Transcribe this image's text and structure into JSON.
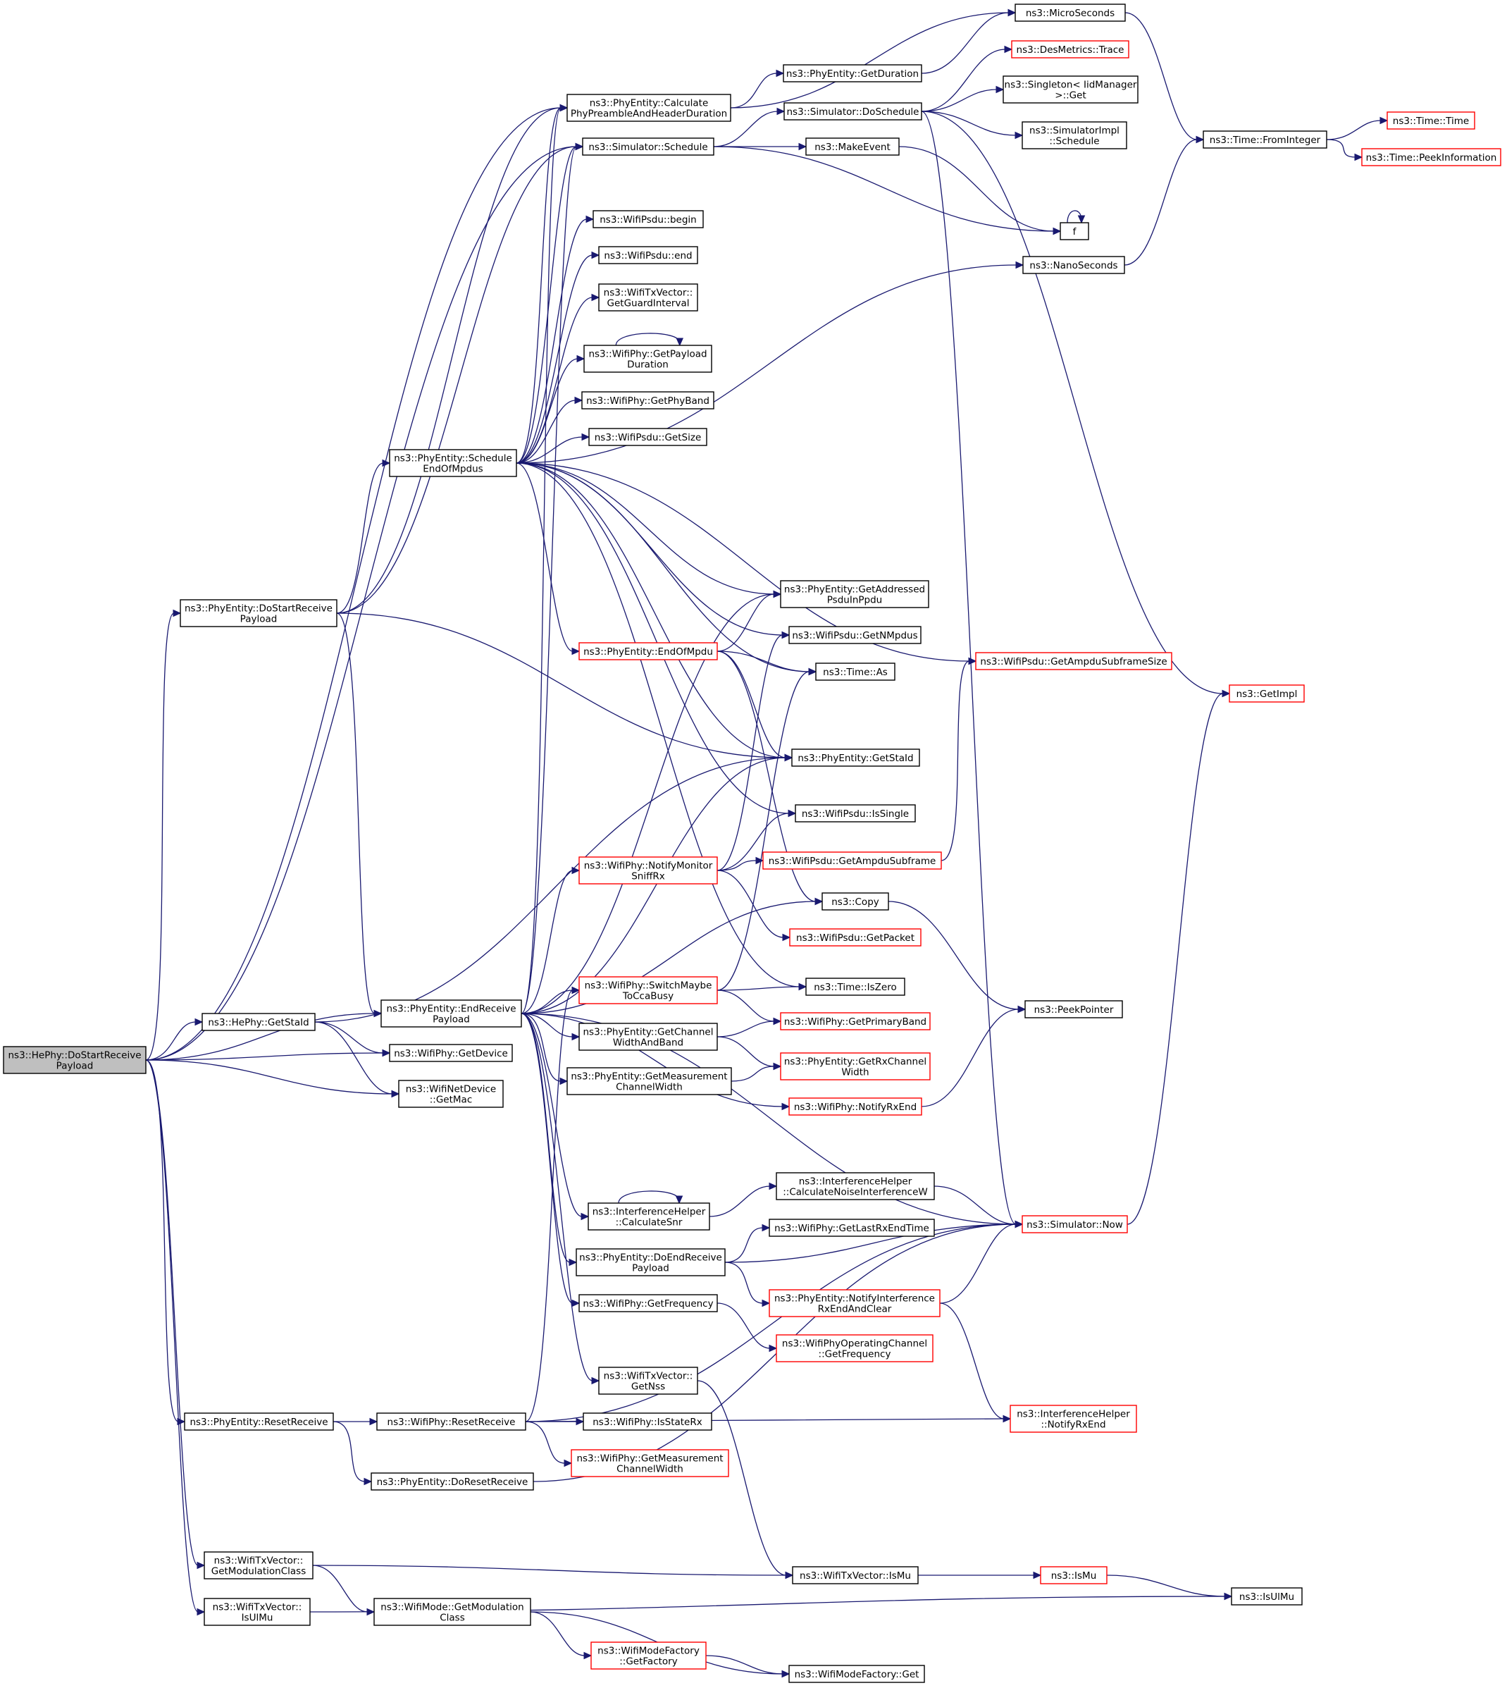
{
  "nodes": [
    {
      "id": "hephy_dostart",
      "lines": [
        "ns3::HePhy::DoStartReceive",
        "Payload"
      ],
      "style": "root"
    },
    {
      "id": "pe_dostart",
      "lines": [
        "ns3::PhyEntity::DoStartReceive",
        "Payload"
      ],
      "style": "normal"
    },
    {
      "id": "hephy_getstaid",
      "lines": [
        "ns3::HePhy::GetStaId"
      ],
      "style": "normal"
    },
    {
      "id": "pe_endreceive",
      "lines": [
        "ns3::PhyEntity::EndReceive",
        "Payload"
      ],
      "style": "normal"
    },
    {
      "id": "pe_resetreceive",
      "lines": [
        "ns3::PhyEntity::ResetReceive"
      ],
      "style": "normal"
    },
    {
      "id": "txv_getmodclass",
      "lines": [
        "ns3::WifiTxVector::",
        "GetModulationClass"
      ],
      "style": "normal"
    },
    {
      "id": "txv_isulmu",
      "lines": [
        "ns3::WifiTxVector::",
        "IsUlMu"
      ],
      "style": "normal"
    },
    {
      "id": "pe_schedule_eom",
      "lines": [
        "ns3::PhyEntity::Schedule",
        "EndOfMpdus"
      ],
      "style": "normal"
    },
    {
      "id": "pe_calcpreamble",
      "lines": [
        "ns3::PhyEntity::Calculate",
        "PhyPreambleAndHeaderDuration"
      ],
      "style": "normal"
    },
    {
      "id": "sim_schedule",
      "lines": [
        "ns3::Simulator::Schedule"
      ],
      "style": "normal"
    },
    {
      "id": "psdu_begin",
      "lines": [
        "ns3::WifiPsdu::begin"
      ],
      "style": "normal"
    },
    {
      "id": "psdu_end",
      "lines": [
        "ns3::WifiPsdu::end"
      ],
      "style": "normal"
    },
    {
      "id": "txv_getgi",
      "lines": [
        "ns3::WifiTxVector::",
        "GetGuardInterval"
      ],
      "style": "normal"
    },
    {
      "id": "phy_getpayloaddur",
      "lines": [
        "ns3::WifiPhy::GetPayload",
        "Duration"
      ],
      "style": "normal"
    },
    {
      "id": "phy_getphyband",
      "lines": [
        "ns3::WifiPhy::GetPhyBand"
      ],
      "style": "normal"
    },
    {
      "id": "psdu_getsize",
      "lines": [
        "ns3::WifiPsdu::GetSize"
      ],
      "style": "normal"
    },
    {
      "id": "pe_getduration",
      "lines": [
        "ns3::PhyEntity::GetDuration"
      ],
      "style": "normal"
    },
    {
      "id": "sim_doschedule",
      "lines": [
        "ns3::Simulator::DoSchedule"
      ],
      "style": "normal"
    },
    {
      "id": "makeevent",
      "lines": [
        "ns3::MakeEvent"
      ],
      "style": "normal"
    },
    {
      "id": "microseconds",
      "lines": [
        "ns3::MicroSeconds"
      ],
      "style": "normal"
    },
    {
      "id": "desmetrics",
      "lines": [
        "ns3::DesMetrics::Trace"
      ],
      "style": "ext"
    },
    {
      "id": "singleton_get",
      "lines": [
        "ns3::Singleton< IidManager",
        ">::Get"
      ],
      "style": "normal"
    },
    {
      "id": "simimpl_schedule",
      "lines": [
        "ns3::SimulatorImpl",
        "::Schedule"
      ],
      "style": "normal"
    },
    {
      "id": "f",
      "lines": [
        "f"
      ],
      "style": "normal"
    },
    {
      "id": "nanoseconds",
      "lines": [
        "ns3::NanoSeconds"
      ],
      "style": "normal"
    },
    {
      "id": "time_frominteger",
      "lines": [
        "ns3::Time::FromInteger"
      ],
      "style": "normal"
    },
    {
      "id": "time_time",
      "lines": [
        "ns3::Time::Time"
      ],
      "style": "ext"
    },
    {
      "id": "time_peekinfo",
      "lines": [
        "ns3::Time::PeekInformation"
      ],
      "style": "ext"
    },
    {
      "id": "getimpl",
      "lines": [
        "ns3::GetImpl"
      ],
      "style": "ext"
    },
    {
      "id": "pe_getaddressed",
      "lines": [
        "ns3::PhyEntity::GetAddressed",
        "PsduInPpdu"
      ],
      "style": "normal"
    },
    {
      "id": "psdu_getnmpdus",
      "lines": [
        "ns3::WifiPsdu::GetNMpdus"
      ],
      "style": "normal"
    },
    {
      "id": "pe_endofmpdu",
      "lines": [
        "ns3::PhyEntity::EndOfMpdu"
      ],
      "style": "ext"
    },
    {
      "id": "psdu_getampdusubframesize",
      "lines": [
        "ns3::WifiPsdu::GetAmpduSubframeSize"
      ],
      "style": "ext"
    },
    {
      "id": "time_as",
      "lines": [
        "ns3::Time::As"
      ],
      "style": "normal"
    },
    {
      "id": "pe_getstaid",
      "lines": [
        "ns3::PhyEntity::GetStaId"
      ],
      "style": "normal"
    },
    {
      "id": "psdu_issingle",
      "lines": [
        "ns3::WifiPsdu::IsSingle"
      ],
      "style": "normal"
    },
    {
      "id": "phy_notifymonitor",
      "lines": [
        "ns3::WifiPhy::NotifyMonitor",
        "SniffRx"
      ],
      "style": "ext"
    },
    {
      "id": "psdu_getampdusubframe",
      "lines": [
        "ns3::WifiPsdu::GetAmpduSubframe"
      ],
      "style": "ext"
    },
    {
      "id": "copy",
      "lines": [
        "ns3::Copy"
      ],
      "style": "normal"
    },
    {
      "id": "psdu_getpacket",
      "lines": [
        "ns3::WifiPsdu::GetPacket"
      ],
      "style": "ext"
    },
    {
      "id": "phy_switchmaybe",
      "lines": [
        "ns3::WifiPhy::SwitchMaybe",
        "ToCcaBusy"
      ],
      "style": "ext"
    },
    {
      "id": "time_iszero",
      "lines": [
        "ns3::Time::IsZero"
      ],
      "style": "normal"
    },
    {
      "id": "peekpointer",
      "lines": [
        "ns3::PeekPointer"
      ],
      "style": "normal"
    },
    {
      "id": "phy_getprimaryband",
      "lines": [
        "ns3::WifiPhy::GetPrimaryBand"
      ],
      "style": "ext"
    },
    {
      "id": "pe_getchannelwidthband",
      "lines": [
        "ns3::PhyEntity::GetChannel",
        "WidthAndBand"
      ],
      "style": "normal"
    },
    {
      "id": "pe_getrxchannelwidth",
      "lines": [
        "ns3::PhyEntity::GetRxChannel",
        "Width"
      ],
      "style": "ext"
    },
    {
      "id": "pe_getmeasurementcw",
      "lines": [
        "ns3::PhyEntity::GetMeasurement",
        "ChannelWidth"
      ],
      "style": "normal"
    },
    {
      "id": "phy_notifyrxend",
      "lines": [
        "ns3::WifiPhy::NotifyRxEnd"
      ],
      "style": "ext"
    },
    {
      "id": "phy_getdevice",
      "lines": [
        "ns3::WifiPhy::GetDevice"
      ],
      "style": "normal"
    },
    {
      "id": "netdev_getmac",
      "lines": [
        "ns3::WifiNetDevice",
        "::GetMac"
      ],
      "style": "normal"
    },
    {
      "id": "ih_calcnoise",
      "lines": [
        "ns3::InterferenceHelper",
        "::CalculateNoiseInterferenceW"
      ],
      "style": "normal"
    },
    {
      "id": "ih_calcsnr",
      "lines": [
        "ns3::InterferenceHelper",
        "::CalculateSnr"
      ],
      "style": "normal"
    },
    {
      "id": "sim_now",
      "lines": [
        "ns3::Simulator::Now"
      ],
      "style": "ext"
    },
    {
      "id": "phy_getlastrxend",
      "lines": [
        "ns3::WifiPhy::GetLastRxEndTime"
      ],
      "style": "normal"
    },
    {
      "id": "pe_doendreceive",
      "lines": [
        "ns3::PhyEntity::DoEndReceive",
        "Payload"
      ],
      "style": "normal"
    },
    {
      "id": "pe_notifyinterference",
      "lines": [
        "ns3::PhyEntity::NotifyInterference",
        "RxEndAndClear"
      ],
      "style": "ext"
    },
    {
      "id": "phy_getfrequency",
      "lines": [
        "ns3::WifiPhy::GetFrequency"
      ],
      "style": "normal"
    },
    {
      "id": "opchannel_getfreq",
      "lines": [
        "ns3::WifiPhyOperatingChannel",
        "::GetFrequency"
      ],
      "style": "ext"
    },
    {
      "id": "txv_getnss",
      "lines": [
        "ns3::WifiTxVector::",
        "GetNss"
      ],
      "style": "normal"
    },
    {
      "id": "ih_notifyrxend",
      "lines": [
        "ns3::InterferenceHelper",
        "::NotifyRxEnd"
      ],
      "style": "ext"
    },
    {
      "id": "phy_resetreceive",
      "lines": [
        "ns3::WifiPhy::ResetReceive"
      ],
      "style": "normal"
    },
    {
      "id": "phy_isstaterx",
      "lines": [
        "ns3::WifiPhy::IsStateRx"
      ],
      "style": "normal"
    },
    {
      "id": "phy_getmeasurementcw",
      "lines": [
        "ns3::WifiPhy::GetMeasurement",
        "ChannelWidth"
      ],
      "style": "ext"
    },
    {
      "id": "pe_doresetreceive",
      "lines": [
        "ns3::PhyEntity::DoResetReceive"
      ],
      "style": "normal"
    },
    {
      "id": "txv_ismu",
      "lines": [
        "ns3::WifiTxVector::IsMu"
      ],
      "style": "normal"
    },
    {
      "id": "ismu",
      "lines": [
        "ns3::IsMu"
      ],
      "style": "ext"
    },
    {
      "id": "isulmu",
      "lines": [
        "ns3::IsUlMu"
      ],
      "style": "normal"
    },
    {
      "id": "mode_getmodclass",
      "lines": [
        "ns3::WifiMode::GetModulation",
        "Class"
      ],
      "style": "normal"
    },
    {
      "id": "modefactory_getfactory",
      "lines": [
        "ns3::WifiModeFactory",
        "::GetFactory"
      ],
      "style": "ext"
    },
    {
      "id": "modefactory_get",
      "lines": [
        "ns3::WifiModeFactory::Get"
      ],
      "style": "normal"
    }
  ],
  "edges": [
    [
      "hephy_dostart",
      "pe_dostart"
    ],
    [
      "hephy_dostart",
      "hephy_getstaid"
    ],
    [
      "hephy_dostart",
      "phy_getdevice"
    ],
    [
      "hephy_dostart",
      "netdev_getmac"
    ],
    [
      "hephy_dostart",
      "pe_calcpreamble"
    ],
    [
      "hephy_dostart",
      "sim_schedule"
    ],
    [
      "hephy_dostart",
      "pe_endreceive"
    ],
    [
      "hephy_dostart",
      "pe_resetreceive"
    ],
    [
      "hephy_dostart",
      "txv_getmodclass"
    ],
    [
      "hephy_dostart",
      "txv_isulmu"
    ],
    [
      "hephy_getstaid",
      "pe_getstaid"
    ],
    [
      "hephy_getstaid",
      "phy_getdevice"
    ],
    [
      "hephy_getstaid",
      "netdev_getmac"
    ],
    [
      "pe_dostart",
      "pe_calcpreamble"
    ],
    [
      "pe_dostart",
      "sim_schedule"
    ],
    [
      "pe_dostart",
      "pe_schedule_eom"
    ],
    [
      "pe_dostart",
      "pe_endreceive"
    ],
    [
      "pe_dostart",
      "pe_getstaid"
    ],
    [
      "pe_schedule_eom",
      "pe_calcpreamble"
    ],
    [
      "pe_schedule_eom",
      "sim_schedule"
    ],
    [
      "pe_schedule_eom",
      "psdu_begin"
    ],
    [
      "pe_schedule_eom",
      "psdu_end"
    ],
    [
      "pe_schedule_eom",
      "txv_getgi"
    ],
    [
      "pe_schedule_eom",
      "phy_getpayloaddur"
    ],
    [
      "pe_schedule_eom",
      "phy_getphyband"
    ],
    [
      "pe_schedule_eom",
      "psdu_getsize"
    ],
    [
      "pe_schedule_eom",
      "nanoseconds"
    ],
    [
      "pe_schedule_eom",
      "pe_getaddressed"
    ],
    [
      "pe_schedule_eom",
      "psdu_getnmpdus"
    ],
    [
      "pe_schedule_eom",
      "pe_endofmpdu"
    ],
    [
      "pe_schedule_eom",
      "psdu_getampdusubframesize"
    ],
    [
      "pe_schedule_eom",
      "time_as"
    ],
    [
      "pe_schedule_eom",
      "pe_getstaid"
    ],
    [
      "pe_schedule_eom",
      "psdu_issingle"
    ],
    [
      "pe_schedule_eom",
      "time_iszero"
    ],
    [
      "phy_getpayloaddur",
      "phy_getpayloaddur"
    ],
    [
      "pe_calcpreamble",
      "microseconds"
    ],
    [
      "pe_calcpreamble",
      "pe_getduration"
    ],
    [
      "pe_getduration",
      "microseconds"
    ],
    [
      "sim_schedule",
      "sim_doschedule"
    ],
    [
      "sim_schedule",
      "makeevent"
    ],
    [
      "sim_schedule",
      "f"
    ],
    [
      "sim_doschedule",
      "desmetrics"
    ],
    [
      "sim_doschedule",
      "singleton_get"
    ],
    [
      "sim_doschedule",
      "simimpl_schedule"
    ],
    [
      "sim_doschedule",
      "getimpl"
    ],
    [
      "sim_doschedule",
      "sim_now"
    ],
    [
      "makeevent",
      "f"
    ],
    [
      "f",
      "f"
    ],
    [
      "microseconds",
      "time_frominteger"
    ],
    [
      "nanoseconds",
      "time_frominteger"
    ],
    [
      "time_frominteger",
      "time_time"
    ],
    [
      "time_frominteger",
      "time_peekinfo"
    ],
    [
      "pe_endofmpdu",
      "pe_getaddressed"
    ],
    [
      "pe_endofmpdu",
      "time_as"
    ],
    [
      "pe_endofmpdu",
      "pe_getstaid"
    ],
    [
      "pe_endofmpdu",
      "copy"
    ],
    [
      "pe_endreceive",
      "pe_calcpreamble"
    ],
    [
      "pe_endreceive",
      "sim_schedule"
    ],
    [
      "pe_endreceive",
      "pe_getaddressed"
    ],
    [
      "pe_endreceive",
      "pe_getstaid"
    ],
    [
      "pe_endreceive",
      "phy_notifymonitor"
    ],
    [
      "pe_endreceive",
      "copy"
    ],
    [
      "pe_endreceive",
      "phy_switchmaybe"
    ],
    [
      "pe_endreceive",
      "pe_getchannelwidthband"
    ],
    [
      "pe_endreceive",
      "pe_getmeasurementcw"
    ],
    [
      "pe_endreceive",
      "phy_notifyrxend"
    ],
    [
      "pe_endreceive",
      "sim_now"
    ],
    [
      "pe_endreceive",
      "ih_calcsnr"
    ],
    [
      "pe_endreceive",
      "pe_doendreceive"
    ],
    [
      "pe_endreceive",
      "phy_getfrequency"
    ],
    [
      "pe_endreceive",
      "txv_getnss"
    ],
    [
      "phy_notifymonitor",
      "psdu_getnmpdus"
    ],
    [
      "phy_notifymonitor",
      "psdu_issingle"
    ],
    [
      "phy_notifymonitor",
      "psdu_getampdusubframe"
    ],
    [
      "phy_notifymonitor",
      "psdu_getpacket"
    ],
    [
      "psdu_getampdusubframe",
      "psdu_getampdusubframesize"
    ],
    [
      "phy_switchmaybe",
      "time_as"
    ],
    [
      "phy_switchmaybe",
      "time_iszero"
    ],
    [
      "phy_switchmaybe",
      "phy_getprimaryband"
    ],
    [
      "copy",
      "peekpointer"
    ],
    [
      "phy_notifyrxend",
      "peekpointer"
    ],
    [
      "pe_getchannelwidthband",
      "phy_getprimaryband"
    ],
    [
      "pe_getchannelwidthband",
      "pe_getrxchannelwidth"
    ],
    [
      "pe_getmeasurementcw",
      "pe_getrxchannelwidth"
    ],
    [
      "ih_calcsnr",
      "ih_calcsnr"
    ],
    [
      "ih_calcsnr",
      "ih_calcnoise"
    ],
    [
      "ih_calcnoise",
      "sim_now"
    ],
    [
      "pe_doendreceive",
      "phy_getlastrxend"
    ],
    [
      "pe_doendreceive",
      "sim_now"
    ],
    [
      "pe_doendreceive",
      "pe_notifyinterference"
    ],
    [
      "pe_notifyinterference",
      "sim_now"
    ],
    [
      "pe_notifyinterference",
      "ih_notifyrxend"
    ],
    [
      "phy_getfrequency",
      "opchannel_getfreq"
    ],
    [
      "txv_getnss",
      "txv_ismu"
    ],
    [
      "sim_now",
      "getimpl"
    ],
    [
      "pe_resetreceive",
      "phy_resetreceive"
    ],
    [
      "pe_resetreceive",
      "pe_doresetreceive"
    ],
    [
      "phy_resetreceive",
      "phy_switchmaybe"
    ],
    [
      "phy_resetreceive",
      "sim_now"
    ],
    [
      "phy_resetreceive",
      "phy_isstaterx"
    ],
    [
      "phy_resetreceive",
      "phy_getmeasurementcw"
    ],
    [
      "phy_resetreceive",
      "ih_notifyrxend"
    ],
    [
      "pe_doresetreceive",
      "sim_now"
    ],
    [
      "txv_getmodclass",
      "txv_ismu"
    ],
    [
      "txv_getmodclass",
      "mode_getmodclass"
    ],
    [
      "txv_isulmu",
      "isulmu"
    ],
    [
      "txv_ismu",
      "ismu"
    ],
    [
      "ismu",
      "isulmu"
    ],
    [
      "mode_getmodclass",
      "modefactory_getfactory"
    ],
    [
      "mode_getmodclass",
      "modefactory_get"
    ],
    [
      "modefactory_getfactory",
      "modefactory_get"
    ]
  ],
  "colors": {
    "edge": "#191970",
    "node_border": "#000000",
    "external_border": "#ff0000",
    "root_fill": "#bfbfbf"
  }
}
